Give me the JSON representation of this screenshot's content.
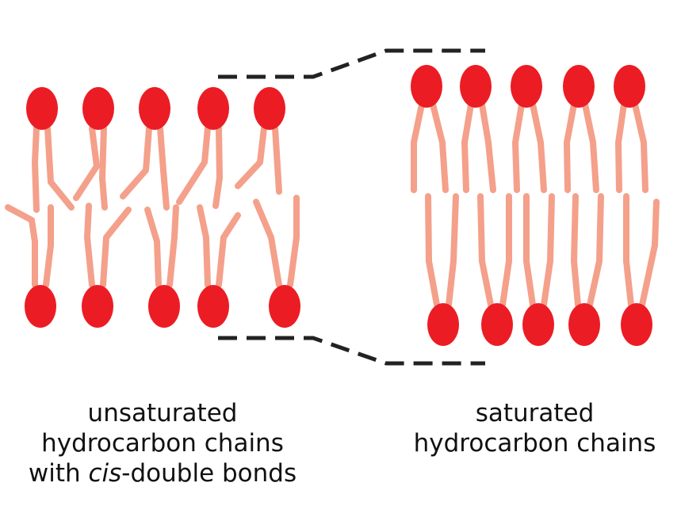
{
  "colors": {
    "head": "#ec1c24",
    "tail": "#f4a08a",
    "dash": "#222222",
    "text": "#111111"
  },
  "left_panel": {
    "caption": {
      "line1": "unsaturated",
      "line2": "hydrocarbon chains",
      "line3_prefix": "with ",
      "line3_italic": "cis",
      "line3_suffix": "-double bonds"
    },
    "lipid_count_top": 5,
    "lipid_count_bottom": 5,
    "chain_type": "unsaturated-kinked"
  },
  "right_panel": {
    "caption": {
      "line1": "saturated",
      "line2": "hydrocarbon chains"
    },
    "lipid_count_top": 5,
    "lipid_count_bottom": 5,
    "chain_type": "saturated-straight"
  },
  "connector": {
    "style": "dashed",
    "meaning": "bilayer-thickness-comparison"
  }
}
